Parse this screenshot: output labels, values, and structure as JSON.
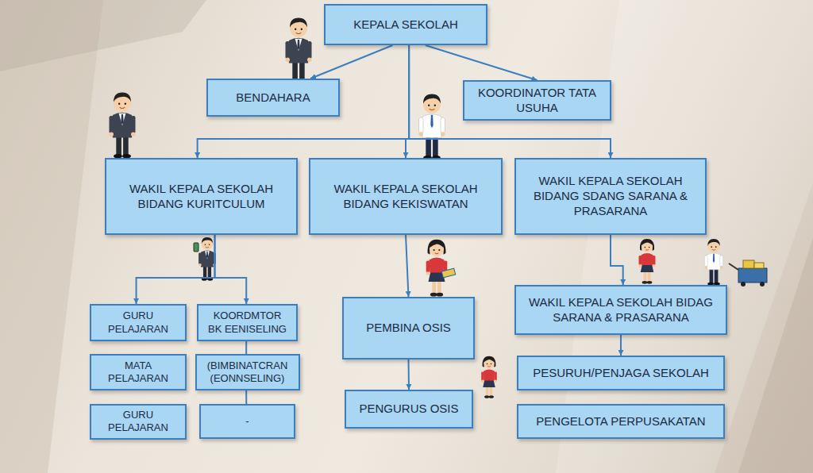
{
  "diagram": {
    "nodes": [
      {
        "text": [
          "KEPALA SEKOLAH"
        ]
      },
      {
        "text": [
          "BENDAHARA"
        ]
      },
      {
        "text": [
          "KOORDINATOR TATA USUHA"
        ]
      },
      {
        "text": [
          "WAKIL KEPALA SEKOLAH BIDANG KURITCULUM"
        ]
      },
      {
        "text": [
          "WAKIL KEPALA SEKOLAH BIDANG KEKISWATAN"
        ]
      },
      {
        "text": [
          "WAKIL KEPALA SEKOLAH BIDANG SDANG SARANA & PRASARANA"
        ]
      },
      {
        "text": [
          "GURU PELAJARAN"
        ]
      },
      {
        "text": [
          "KOORDMTOR BK EENISELING"
        ]
      },
      {
        "text": [
          "PEMBINA OSIS"
        ]
      },
      {
        "text": [
          "WAKIL KEPALA SEKOLAH BIDAG SARANA & PRASARANA"
        ]
      },
      {
        "text": [
          "MATA PELAJARAN"
        ]
      },
      {
        "text": [
          "(BIMBINATCRAN (EONNSELING)"
        ]
      },
      {
        "text": [
          "PESURUH/PENJAGA SEKOLAH"
        ]
      },
      {
        "text": [
          "GURU PELAJARAN"
        ]
      },
      {
        "text": [
          "-"
        ]
      },
      {
        "text": [
          "PENGURUS OSIS"
        ]
      },
      {
        "text": [
          "PENGELOTA PERPUSAKATAN"
        ]
      }
    ],
    "edges": [
      {
        "from": 0,
        "to": 1,
        "arrow": "to"
      },
      {
        "from": 0,
        "to": 2,
        "arrow": "to"
      },
      {
        "from": 0,
        "to": 3,
        "arrow": "to"
      },
      {
        "from": 0,
        "to": 4,
        "arrow": "to"
      },
      {
        "from": 0,
        "to": 5,
        "arrow": "to"
      },
      {
        "from": 3,
        "to": 6,
        "arrow": "to"
      },
      {
        "from": 3,
        "to": 7,
        "arrow": "to"
      },
      {
        "from": 4,
        "to": 8,
        "arrow": "to"
      },
      {
        "from": 5,
        "to": 9,
        "arrow": "to"
      },
      {
        "from": 7,
        "to": 11,
        "arrow": "none"
      },
      {
        "from": 11,
        "to": 14,
        "arrow": "none"
      },
      {
        "from": 8,
        "to": 15,
        "arrow": "to"
      },
      {
        "from": 9,
        "to": 12,
        "arrow": "to"
      }
    ]
  }
}
